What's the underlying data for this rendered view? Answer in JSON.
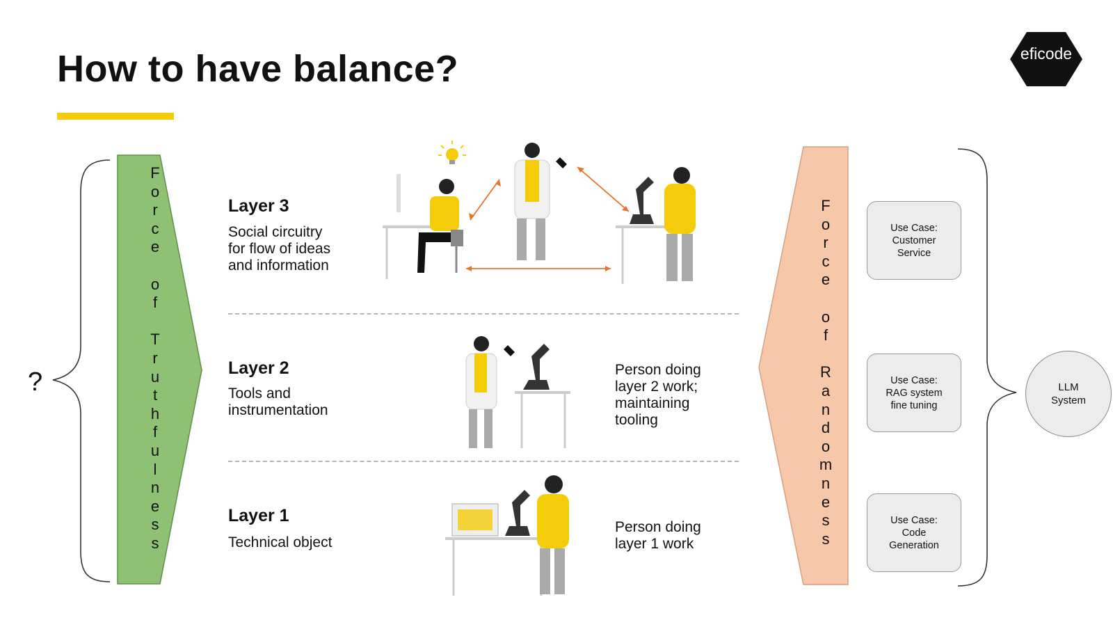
{
  "title": "How to have balance?",
  "logo": {
    "text": "eficode"
  },
  "colors": {
    "accent": "#f5cc0a",
    "truth": "#8fc175",
    "randomness": "#f6c7a8",
    "arrow": "#e8732a",
    "figure_yellow": "#f5cc0a"
  },
  "question_mark": "?",
  "force_truth": {
    "label": "Force of Truthfulness",
    "shape": "right-pointing-arrow"
  },
  "force_random": {
    "label": "Force of Randomness",
    "shape": "left-pointing-arrow"
  },
  "layers": [
    {
      "title": "Layer 3",
      "description_lines": [
        "Social circuitry",
        "for flow of ideas",
        "and information"
      ],
      "illustration": "three-people-collaborating"
    },
    {
      "title": "Layer 2",
      "description_lines": [
        "Tools and",
        "instrumentation"
      ],
      "side_lines": [
        "Person doing",
        "layer 2 work;",
        "maintaining",
        "tooling"
      ],
      "illustration": "scientist-with-wrench-and-microscope"
    },
    {
      "title": "Layer 1",
      "description_lines": [
        "Technical object"
      ],
      "side_lines": [
        "Person doing",
        "layer 1 work"
      ],
      "illustration": "person-with-microscope-and-monitor"
    }
  ],
  "use_cases": [
    "Use Case:\nCustomer\nService",
    "Use Case:\nRAG system\nfine tuning",
    "Use Case:\nCode\nGeneration"
  ],
  "llm": "LLM\nSystem"
}
